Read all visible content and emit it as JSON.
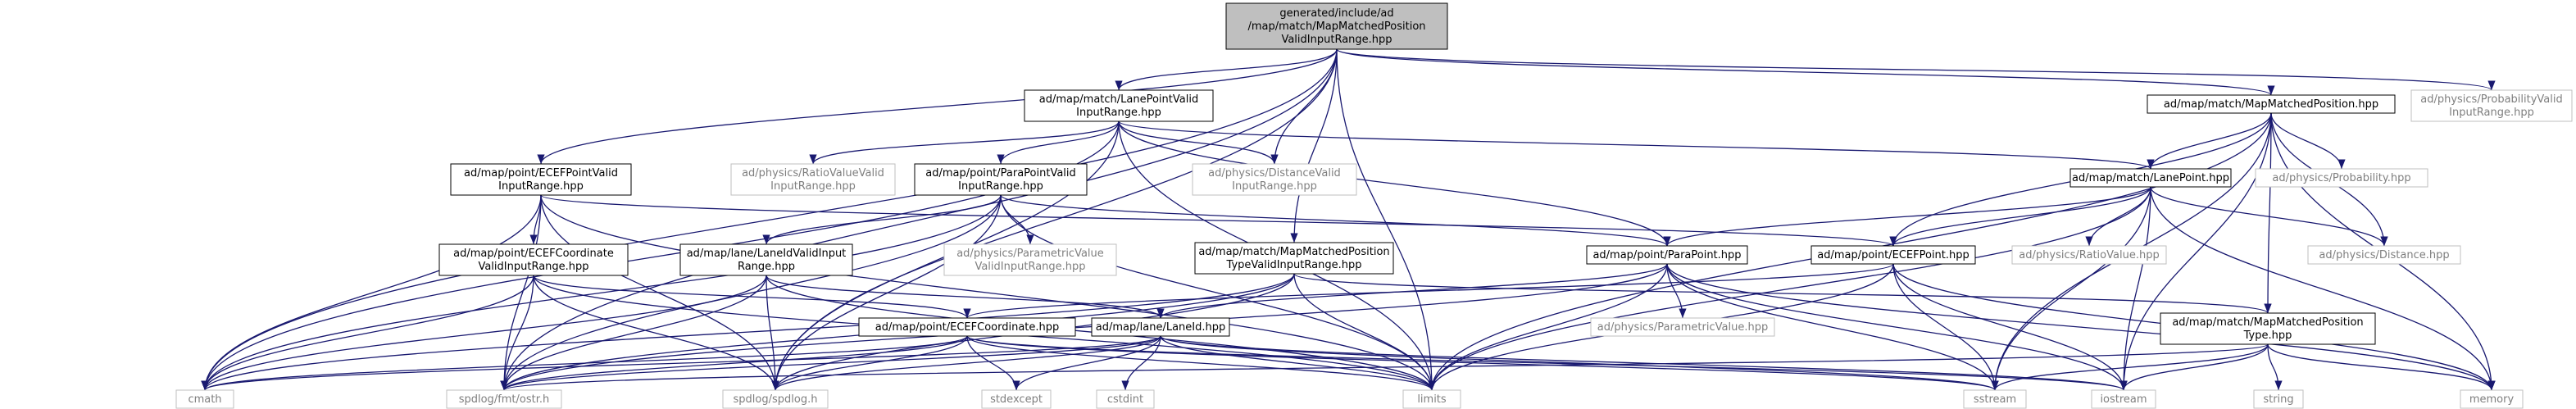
{
  "colors": {
    "root_fill": "#bfbfbf",
    "node_stroke": "#000000",
    "leaf_stroke": "#bfbfbf",
    "leaf_text": "#7f7f7f",
    "edge": "#191970"
  },
  "nodes": [
    {
      "id": "root",
      "kind": "root",
      "lines": [
        "generated/include/ad",
        "/map/match/MapMatchedPosition",
        "ValidInputRange.hpp"
      ]
    },
    {
      "id": "lanepointvalid",
      "kind": "node",
      "lines": [
        "ad/map/match/LanePointValid",
        "InputRange.hpp"
      ]
    },
    {
      "id": "mapmatchedposition",
      "kind": "node",
      "lines": [
        "ad/map/match/MapMatchedPosition.hpp"
      ]
    },
    {
      "id": "probabilityvalid",
      "kind": "leaf",
      "lines": [
        "ad/physics/ProbabilityValid",
        "InputRange.hpp"
      ]
    },
    {
      "id": "ecefpointvalid",
      "kind": "node",
      "lines": [
        "ad/map/point/ECEFPointValid",
        "InputRange.hpp"
      ]
    },
    {
      "id": "ratiovaluevalid",
      "kind": "leaf",
      "lines": [
        "ad/physics/RatioValueValid",
        "InputRange.hpp"
      ]
    },
    {
      "id": "parapointvalid",
      "kind": "node",
      "lines": [
        "ad/map/point/ParaPointValid",
        "InputRange.hpp"
      ]
    },
    {
      "id": "distancevalid",
      "kind": "leaf",
      "lines": [
        "ad/physics/DistanceValid",
        "InputRange.hpp"
      ]
    },
    {
      "id": "lanepoint",
      "kind": "node",
      "lines": [
        "ad/map/match/LanePoint.hpp"
      ]
    },
    {
      "id": "probability",
      "kind": "leaf",
      "lines": [
        "ad/physics/Probability.hpp"
      ]
    },
    {
      "id": "ecefcoordvalid",
      "kind": "node",
      "lines": [
        "ad/map/point/ECEFCoordinate",
        "ValidInputRange.hpp"
      ]
    },
    {
      "id": "laneidvalid",
      "kind": "node",
      "lines": [
        "ad/map/lane/LaneIdValidInput",
        "Range.hpp"
      ]
    },
    {
      "id": "parametricvaluevalid",
      "kind": "leaf",
      "lines": [
        "ad/physics/ParametricValue",
        "ValidInputRange.hpp"
      ]
    },
    {
      "id": "mmptypevalid",
      "kind": "node",
      "lines": [
        "ad/map/match/MapMatchedPosition",
        "TypeValidInputRange.hpp"
      ]
    },
    {
      "id": "parapoint",
      "kind": "node",
      "lines": [
        "ad/map/point/ParaPoint.hpp"
      ]
    },
    {
      "id": "ecefpoint",
      "kind": "node",
      "lines": [
        "ad/map/point/ECEFPoint.hpp"
      ]
    },
    {
      "id": "ratiovalue",
      "kind": "leaf",
      "lines": [
        "ad/physics/RatioValue.hpp"
      ]
    },
    {
      "id": "distance",
      "kind": "leaf",
      "lines": [
        "ad/physics/Distance.hpp"
      ]
    },
    {
      "id": "ecefcoordinate",
      "kind": "node",
      "lines": [
        "ad/map/point/ECEFCoordinate.hpp"
      ]
    },
    {
      "id": "laneid",
      "kind": "node",
      "lines": [
        "ad/map/lane/LaneId.hpp"
      ]
    },
    {
      "id": "parametricvalue",
      "kind": "leaf",
      "lines": [
        "ad/physics/ParametricValue.hpp"
      ]
    },
    {
      "id": "mmptype",
      "kind": "node",
      "lines": [
        "ad/map/match/MapMatchedPosition",
        "Type.hpp"
      ]
    },
    {
      "id": "cmath",
      "kind": "leaf",
      "lines": [
        "cmath"
      ]
    },
    {
      "id": "ostr",
      "kind": "leaf",
      "lines": [
        "spdlog/fmt/ostr.h"
      ]
    },
    {
      "id": "spdlog",
      "kind": "leaf",
      "lines": [
        "spdlog/spdlog.h"
      ]
    },
    {
      "id": "stdexcept",
      "kind": "leaf",
      "lines": [
        "stdexcept"
      ]
    },
    {
      "id": "cstdint",
      "kind": "leaf",
      "lines": [
        "cstdint"
      ]
    },
    {
      "id": "limits",
      "kind": "leaf",
      "lines": [
        "limits"
      ]
    },
    {
      "id": "sstream",
      "kind": "leaf",
      "lines": [
        "sstream"
      ]
    },
    {
      "id": "iostream",
      "kind": "leaf",
      "lines": [
        "iostream"
      ]
    },
    {
      "id": "string",
      "kind": "leaf",
      "lines": [
        "string"
      ]
    },
    {
      "id": "memory",
      "kind": "leaf",
      "lines": [
        "memory"
      ]
    }
  ],
  "edges": [
    [
      "root",
      "cmath"
    ],
    [
      "root",
      "ostr"
    ],
    [
      "root",
      "ecefpointvalid"
    ],
    [
      "root",
      "lanepointvalid"
    ],
    [
      "root",
      "distancevalid"
    ],
    [
      "root",
      "spdlog"
    ],
    [
      "root",
      "mmptypevalid"
    ],
    [
      "root",
      "limits"
    ],
    [
      "root",
      "mapmatchedposition"
    ],
    [
      "root",
      "probabilityvalid"
    ],
    [
      "lanepointvalid",
      "cmath"
    ],
    [
      "lanepointvalid",
      "parapointvalid"
    ],
    [
      "lanepointvalid",
      "ratiovaluevalid"
    ],
    [
      "lanepointvalid",
      "distancevalid"
    ],
    [
      "lanepointvalid",
      "spdlog"
    ],
    [
      "lanepointvalid",
      "limits"
    ],
    [
      "lanepointvalid",
      "lanepoint"
    ],
    [
      "lanepointvalid",
      "parapoint"
    ],
    [
      "ecefpointvalid",
      "cmath"
    ],
    [
      "ecefpointvalid",
      "ostr"
    ],
    [
      "ecefpointvalid",
      "ecefcoordvalid"
    ],
    [
      "ecefpointvalid",
      "spdlog"
    ],
    [
      "ecefpointvalid",
      "limits"
    ],
    [
      "ecefpointvalid",
      "ecefpoint"
    ],
    [
      "parapointvalid",
      "ostr"
    ],
    [
      "parapointvalid",
      "cmath"
    ],
    [
      "parapointvalid",
      "laneidvalid"
    ],
    [
      "parapointvalid",
      "parametricvaluevalid"
    ],
    [
      "parapointvalid",
      "spdlog"
    ],
    [
      "parapointvalid",
      "limits"
    ],
    [
      "parapointvalid",
      "parapoint"
    ],
    [
      "ecefcoordvalid",
      "cmath"
    ],
    [
      "ecefcoordvalid",
      "ostr"
    ],
    [
      "ecefcoordvalid",
      "spdlog"
    ],
    [
      "ecefcoordvalid",
      "ecefcoordinate"
    ],
    [
      "ecefcoordvalid",
      "limits"
    ],
    [
      "laneidvalid",
      "cmath"
    ],
    [
      "laneidvalid",
      "ostr"
    ],
    [
      "laneidvalid",
      "spdlog"
    ],
    [
      "laneidvalid",
      "laneid"
    ],
    [
      "laneidvalid",
      "limits"
    ],
    [
      "mmptypevalid",
      "cmath"
    ],
    [
      "mmptypevalid",
      "ostr"
    ],
    [
      "mmptypevalid",
      "spdlog"
    ],
    [
      "mmptypevalid",
      "limits"
    ],
    [
      "mmptypevalid",
      "mmptype"
    ],
    [
      "mapmatchedposition",
      "limits"
    ],
    [
      "mapmatchedposition",
      "ecefpoint"
    ],
    [
      "mapmatchedposition",
      "lanepoint"
    ],
    [
      "mapmatchedposition",
      "probability"
    ],
    [
      "mapmatchedposition",
      "distance"
    ],
    [
      "mapmatchedposition",
      "mmptype"
    ],
    [
      "mapmatchedposition",
      "iostream"
    ],
    [
      "mapmatchedposition",
      "memory"
    ],
    [
      "mapmatchedposition",
      "sstream"
    ],
    [
      "lanepoint",
      "parapoint"
    ],
    [
      "lanepoint",
      "ecefpoint"
    ],
    [
      "lanepoint",
      "ratiovalue"
    ],
    [
      "lanepoint",
      "distance"
    ],
    [
      "lanepoint",
      "limits"
    ],
    [
      "lanepoint",
      "sstream"
    ],
    [
      "lanepoint",
      "iostream"
    ],
    [
      "lanepoint",
      "memory"
    ],
    [
      "parapoint",
      "laneid"
    ],
    [
      "parapoint",
      "parametricvalue"
    ],
    [
      "parapoint",
      "limits"
    ],
    [
      "parapoint",
      "sstream"
    ],
    [
      "parapoint",
      "iostream"
    ],
    [
      "parapoint",
      "memory"
    ],
    [
      "parapoint",
      "ostr"
    ],
    [
      "ecefpoint",
      "ecefcoordinate"
    ],
    [
      "ecefpoint",
      "limits"
    ],
    [
      "ecefpoint",
      "sstream"
    ],
    [
      "ecefpoint",
      "iostream"
    ],
    [
      "ecefpoint",
      "memory"
    ],
    [
      "ecefcoordinate",
      "cmath"
    ],
    [
      "ecefcoordinate",
      "ostr"
    ],
    [
      "ecefcoordinate",
      "spdlog"
    ],
    [
      "ecefcoordinate",
      "stdexcept"
    ],
    [
      "ecefcoordinate",
      "limits"
    ],
    [
      "ecefcoordinate",
      "sstream"
    ],
    [
      "ecefcoordinate",
      "iostream"
    ],
    [
      "laneid",
      "cmath"
    ],
    [
      "laneid",
      "ostr"
    ],
    [
      "laneid",
      "spdlog"
    ],
    [
      "laneid",
      "stdexcept"
    ],
    [
      "laneid",
      "cstdint"
    ],
    [
      "laneid",
      "limits"
    ],
    [
      "laneid",
      "sstream"
    ],
    [
      "laneid",
      "iostream"
    ],
    [
      "mmptype",
      "ostr"
    ],
    [
      "mmptype",
      "iostream"
    ],
    [
      "mmptype",
      "memory"
    ],
    [
      "mmptype",
      "sstream"
    ],
    [
      "mmptype",
      "string"
    ]
  ]
}
